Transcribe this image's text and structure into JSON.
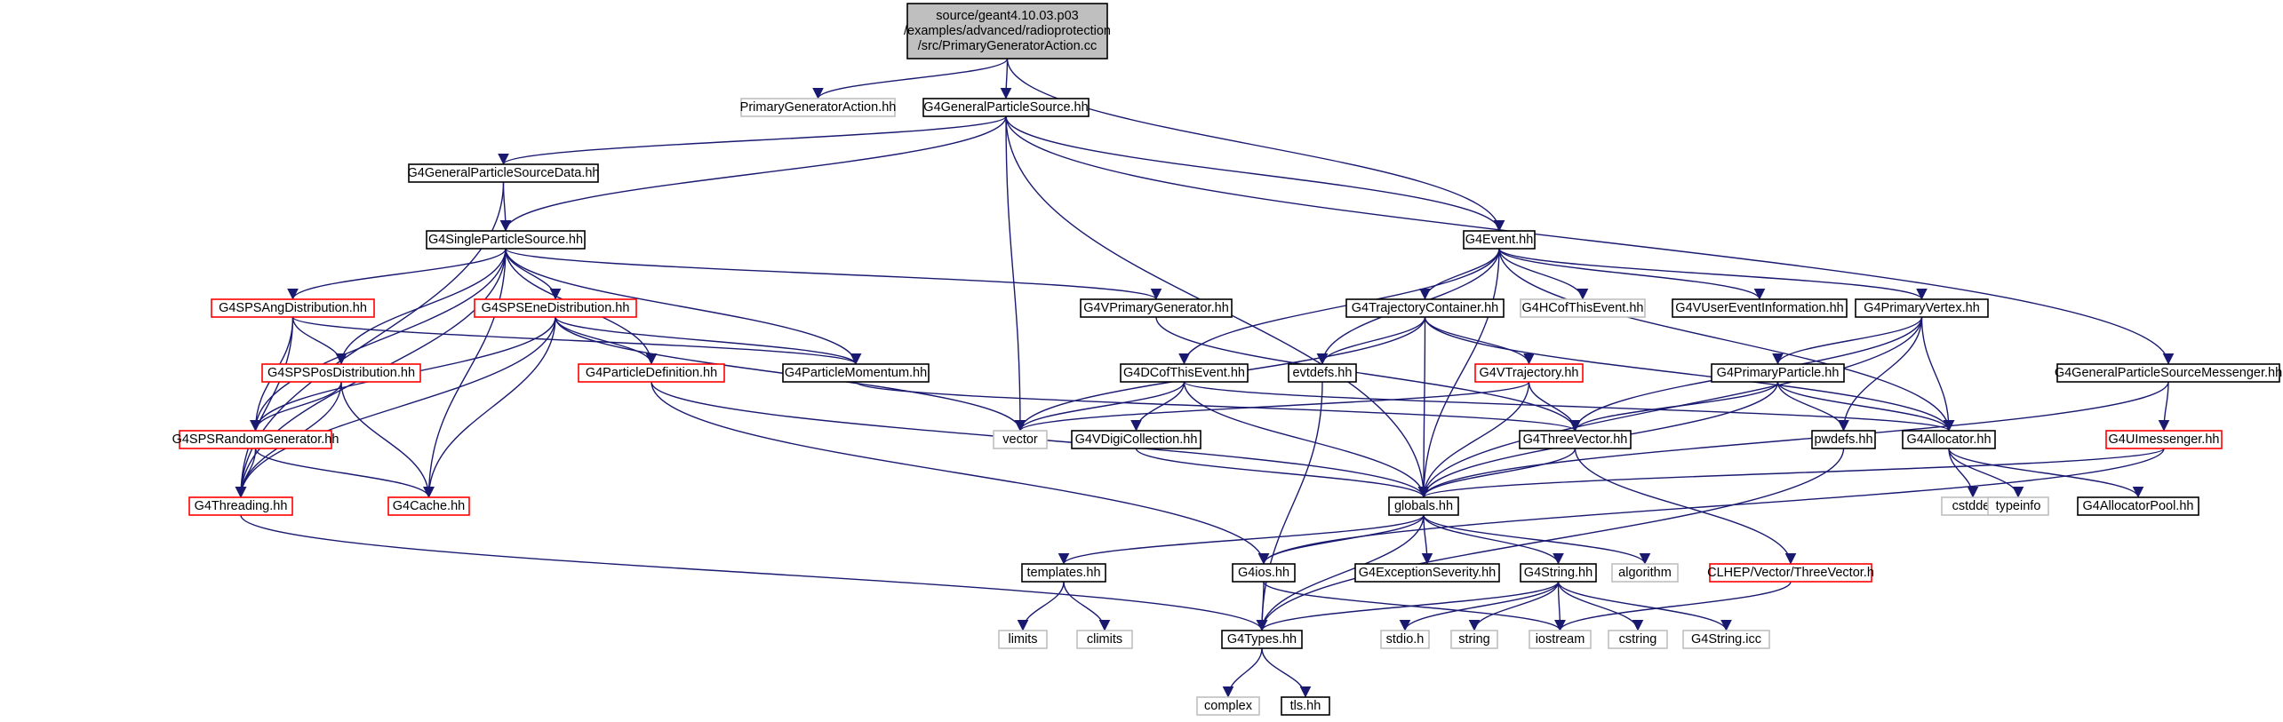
{
  "diagram": {
    "title": "",
    "colors": {
      "edge": "#191970",
      "border_normal": "#000000",
      "border_undocumented": "#bfbfbf",
      "border_truncated": "#ff0000",
      "root_fill": "#bfbfbf",
      "node_fill": "#ffffff",
      "text": "#000000",
      "text_undocumented": "#000000"
    },
    "nodes": [
      {
        "id": "root",
        "label": "source/geant4.10.03.p03\n/examples/advanced/radioprotection\n/src/PrimaryGeneratorAction.cc",
        "kind": "root"
      },
      {
        "id": "pgah",
        "label": "PrimaryGeneratorAction.hh",
        "kind": "undocumented"
      },
      {
        "id": "gps",
        "label": "G4GeneralParticleSource.hh",
        "kind": "normal"
      },
      {
        "id": "gpsd",
        "label": "G4GeneralParticleSourceData.hh",
        "kind": "normal"
      },
      {
        "id": "sps",
        "label": "G4SingleParticleSource.hh",
        "kind": "normal"
      },
      {
        "id": "event",
        "label": "G4Event.hh",
        "kind": "normal"
      },
      {
        "id": "angd",
        "label": "G4SPSAngDistribution.hh",
        "kind": "truncated"
      },
      {
        "id": "ened",
        "label": "G4SPSEneDistribution.hh",
        "kind": "truncated"
      },
      {
        "id": "vpg",
        "label": "G4VPrimaryGenerator.hh",
        "kind": "normal"
      },
      {
        "id": "traj",
        "label": "G4TrajectoryContainer.hh",
        "kind": "normal"
      },
      {
        "id": "hc",
        "label": "G4HCofThisEvent.hh",
        "kind": "undocumented"
      },
      {
        "id": "vuei",
        "label": "G4VUserEventInformation.hh",
        "kind": "normal"
      },
      {
        "id": "pv",
        "label": "G4PrimaryVertex.hh",
        "kind": "normal"
      },
      {
        "id": "posd",
        "label": "G4SPSPosDistribution.hh",
        "kind": "truncated"
      },
      {
        "id": "pdef",
        "label": "G4ParticleDefinition.hh",
        "kind": "truncated"
      },
      {
        "id": "pmom",
        "label": "G4ParticleMomentum.hh",
        "kind": "normal"
      },
      {
        "id": "dc",
        "label": "G4DCofThisEvent.hh",
        "kind": "normal"
      },
      {
        "id": "evtdefs",
        "label": "evtdefs.hh",
        "kind": "normal"
      },
      {
        "id": "vtraj",
        "label": "G4VTrajectory.hh",
        "kind": "truncated"
      },
      {
        "id": "pp",
        "label": "G4PrimaryParticle.hh",
        "kind": "normal"
      },
      {
        "id": "gpsm",
        "label": "G4GeneralParticleSourceMessenger.hh",
        "kind": "normal"
      },
      {
        "id": "rnd",
        "label": "G4SPSRandomGenerator.hh",
        "kind": "truncated"
      },
      {
        "id": "vector",
        "label": "vector",
        "kind": "undocumented"
      },
      {
        "id": "vdc",
        "label": "G4VDigiCollection.hh",
        "kind": "normal"
      },
      {
        "id": "tv",
        "label": "G4ThreeVector.hh",
        "kind": "normal"
      },
      {
        "id": "pwdefs",
        "label": "pwdefs.hh",
        "kind": "normal"
      },
      {
        "id": "alloc",
        "label": "G4Allocator.hh",
        "kind": "normal"
      },
      {
        "id": "uim",
        "label": "G4UImessenger.hh",
        "kind": "truncated"
      },
      {
        "id": "thr",
        "label": "G4Threading.hh",
        "kind": "truncated"
      },
      {
        "id": "cache",
        "label": "G4Cache.hh",
        "kind": "truncated"
      },
      {
        "id": "globals",
        "label": "globals.hh",
        "kind": "normal"
      },
      {
        "id": "cstddef",
        "label": "cstddef",
        "kind": "undocumented"
      },
      {
        "id": "typeinfo",
        "label": "typeinfo",
        "kind": "undocumented"
      },
      {
        "id": "apool",
        "label": "G4AllocatorPool.hh",
        "kind": "normal"
      },
      {
        "id": "templ",
        "label": "templates.hh",
        "kind": "normal"
      },
      {
        "id": "ios",
        "label": "G4ios.hh",
        "kind": "normal"
      },
      {
        "id": "exsev",
        "label": "G4ExceptionSeverity.hh",
        "kind": "normal"
      },
      {
        "id": "str",
        "label": "G4String.hh",
        "kind": "normal"
      },
      {
        "id": "algo",
        "label": "algorithm",
        "kind": "undocumented"
      },
      {
        "id": "clhep",
        "label": "CLHEP/Vector/ThreeVector.h",
        "kind": "truncated"
      },
      {
        "id": "limits",
        "label": "limits",
        "kind": "undocumented"
      },
      {
        "id": "climits",
        "label": "climits",
        "kind": "undocumented"
      },
      {
        "id": "types",
        "label": "G4Types.hh",
        "kind": "normal"
      },
      {
        "id": "stdio",
        "label": "stdio.h",
        "kind": "undocumented"
      },
      {
        "id": "string",
        "label": "string",
        "kind": "undocumented"
      },
      {
        "id": "iostream",
        "label": "iostream",
        "kind": "undocumented"
      },
      {
        "id": "cstring",
        "label": "cstring",
        "kind": "undocumented"
      },
      {
        "id": "stricc",
        "label": "G4String.icc",
        "kind": "undocumented"
      },
      {
        "id": "complex",
        "label": "complex",
        "kind": "undocumented"
      },
      {
        "id": "tls",
        "label": "tls.hh",
        "kind": "normal"
      }
    ],
    "edges": [
      [
        "root",
        "pgah"
      ],
      [
        "root",
        "gps"
      ],
      [
        "root",
        "event"
      ],
      [
        "gps",
        "gpsd"
      ],
      [
        "gps",
        "sps"
      ],
      [
        "gps",
        "event"
      ],
      [
        "gps",
        "vector"
      ],
      [
        "gps",
        "globals"
      ],
      [
        "gps",
        "gpsm"
      ],
      [
        "gpsd",
        "sps"
      ],
      [
        "gpsd",
        "thr"
      ],
      [
        "sps",
        "angd"
      ],
      [
        "sps",
        "ened"
      ],
      [
        "sps",
        "vpg"
      ],
      [
        "sps",
        "posd"
      ],
      [
        "sps",
        "pdef"
      ],
      [
        "sps",
        "pmom"
      ],
      [
        "sps",
        "rnd"
      ],
      [
        "sps",
        "thr"
      ],
      [
        "sps",
        "cache"
      ],
      [
        "event",
        "dc"
      ],
      [
        "event",
        "traj"
      ],
      [
        "event",
        "hc"
      ],
      [
        "event",
        "vuei"
      ],
      [
        "event",
        "pv"
      ],
      [
        "event",
        "evtdefs"
      ],
      [
        "event",
        "alloc"
      ],
      [
        "event",
        "globals"
      ],
      [
        "angd",
        "posd"
      ],
      [
        "angd",
        "rnd"
      ],
      [
        "angd",
        "thr"
      ],
      [
        "angd",
        "pmom"
      ],
      [
        "ened",
        "pdef"
      ],
      [
        "ened",
        "pmom"
      ],
      [
        "ened",
        "rnd"
      ],
      [
        "ened",
        "thr"
      ],
      [
        "ened",
        "cache"
      ],
      [
        "ened",
        "vector"
      ],
      [
        "vpg",
        "tv"
      ],
      [
        "traj",
        "vtraj"
      ],
      [
        "traj",
        "evtdefs"
      ],
      [
        "traj",
        "vector"
      ],
      [
        "traj",
        "globals"
      ],
      [
        "traj",
        "alloc"
      ],
      [
        "pv",
        "pp"
      ],
      [
        "pv",
        "tv"
      ],
      [
        "pv",
        "pwdefs"
      ],
      [
        "pv",
        "alloc"
      ],
      [
        "pv",
        "globals"
      ],
      [
        "posd",
        "rnd"
      ],
      [
        "posd",
        "thr"
      ],
      [
        "posd",
        "cache"
      ],
      [
        "pdef",
        "globals"
      ],
      [
        "pdef",
        "ios"
      ],
      [
        "pmom",
        "tv"
      ],
      [
        "dc",
        "vdc"
      ],
      [
        "dc",
        "vector"
      ],
      [
        "dc",
        "alloc"
      ],
      [
        "dc",
        "globals"
      ],
      [
        "evtdefs",
        "types"
      ],
      [
        "vtraj",
        "tv"
      ],
      [
        "vtraj",
        "vector"
      ],
      [
        "vtraj",
        "globals"
      ],
      [
        "pp",
        "tv"
      ],
      [
        "pp",
        "pwdefs"
      ],
      [
        "pp",
        "alloc"
      ],
      [
        "pp",
        "globals"
      ],
      [
        "gpsm",
        "uim"
      ],
      [
        "gpsm",
        "globals"
      ],
      [
        "rnd",
        "thr"
      ],
      [
        "rnd",
        "cache"
      ],
      [
        "vdc",
        "globals"
      ],
      [
        "tv",
        "globals"
      ],
      [
        "tv",
        "clhep"
      ],
      [
        "pwdefs",
        "types"
      ],
      [
        "alloc",
        "cstddef"
      ],
      [
        "alloc",
        "typeinfo"
      ],
      [
        "alloc",
        "apool"
      ],
      [
        "uim",
        "globals"
      ],
      [
        "uim",
        "ios"
      ],
      [
        "thr",
        "types"
      ],
      [
        "globals",
        "types"
      ],
      [
        "globals",
        "templ"
      ],
      [
        "globals",
        "ios"
      ],
      [
        "globals",
        "exsev"
      ],
      [
        "globals",
        "str"
      ],
      [
        "globals",
        "algo"
      ],
      [
        "templ",
        "limits"
      ],
      [
        "templ",
        "climits"
      ],
      [
        "ios",
        "types"
      ],
      [
        "ios",
        "iostream"
      ],
      [
        "str",
        "types"
      ],
      [
        "str",
        "stdio"
      ],
      [
        "str",
        "string"
      ],
      [
        "str",
        "iostream"
      ],
      [
        "str",
        "cstring"
      ],
      [
        "str",
        "stricc"
      ],
      [
        "clhep",
        "iostream"
      ],
      [
        "types",
        "complex"
      ],
      [
        "types",
        "tls"
      ]
    ]
  }
}
